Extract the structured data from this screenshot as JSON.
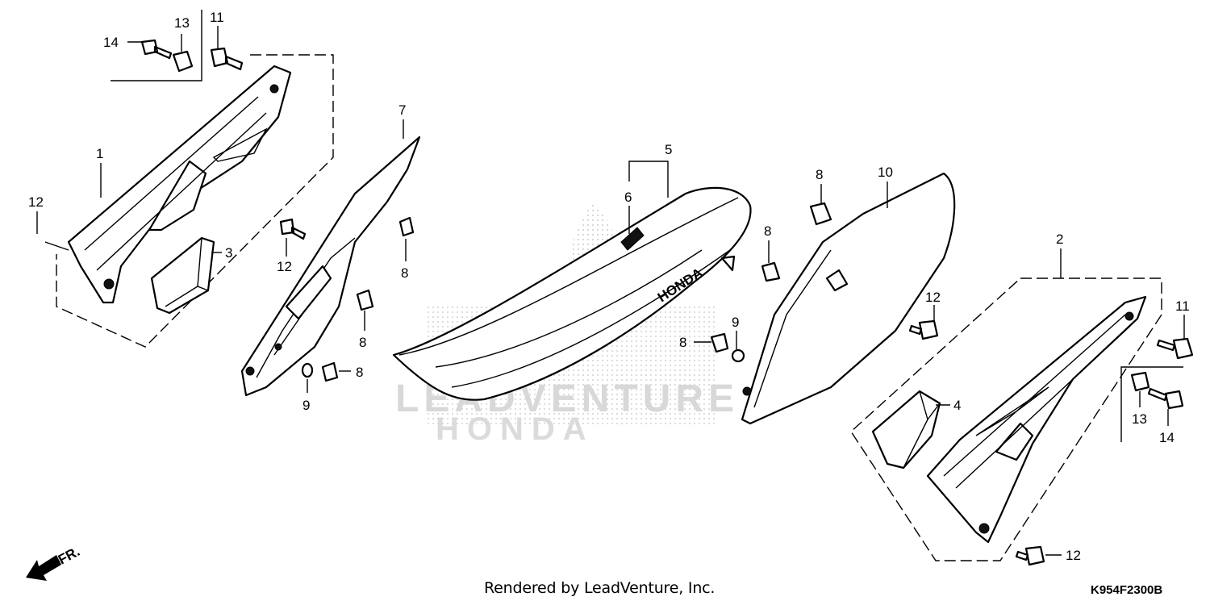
{
  "watermark": {
    "line1": "LEADVENTURE",
    "line2": "HONDA"
  },
  "seat_logo": "HONDA",
  "callouts": {
    "c1": "1",
    "c2": "2",
    "c3": "3",
    "c4": "4",
    "c5": "5",
    "c6": "6",
    "c7": "7",
    "c8": "8",
    "c9": "9",
    "c10": "10",
    "c11": "11",
    "c12": "12",
    "c13": "13",
    "c14": "14"
  },
  "front_indicator": "FR.",
  "credit": "Rendered by LeadVenture, Inc.",
  "diagram_code": "K954F2300B"
}
